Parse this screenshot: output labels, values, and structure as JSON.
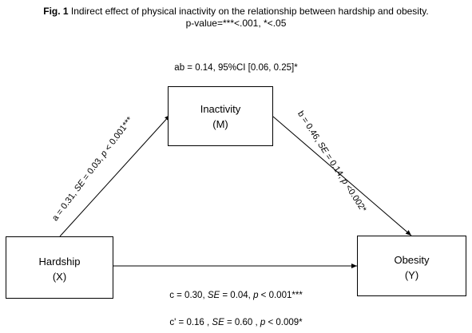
{
  "title": {
    "fig": "Fig. 1",
    "text": "Indirect effect of physical inactivity on the relationship between hardship and obesity.",
    "pvalue": "p-value=***<.001, *<.05"
  },
  "indirect_effect": "ab = 0.14, 95%CI [0.06, 0.25]*",
  "nodes": {
    "mediator": {
      "name": "Inactivity",
      "symbol": "(M)"
    },
    "predictor": {
      "name": "Hardship",
      "symbol": "(X)"
    },
    "outcome": {
      "name": "Obesity",
      "symbol": "(Y)"
    }
  },
  "paths": {
    "a": {
      "prefix": "a = 0.31, ",
      "se": "SE",
      "mid": " = 0.03, ",
      "p": "p",
      "suffix": " < 0.001***"
    },
    "b": {
      "prefix": "b = 0.46, ",
      "se": "SE",
      "mid": " = 0.14, ",
      "p": "p",
      "suffix": " <0.002*"
    },
    "c": {
      "prefix": "c = 0.30, ",
      "se": "SE",
      "mid": " = 0.04, ",
      "p": "p",
      "suffix": " <  0.001***"
    },
    "c_prime": {
      "prefix": "c' = 0.16 , ",
      "se": "SE",
      "mid": " = 0.60 , ",
      "p": "p",
      "suffix": " < 0.009*"
    }
  }
}
